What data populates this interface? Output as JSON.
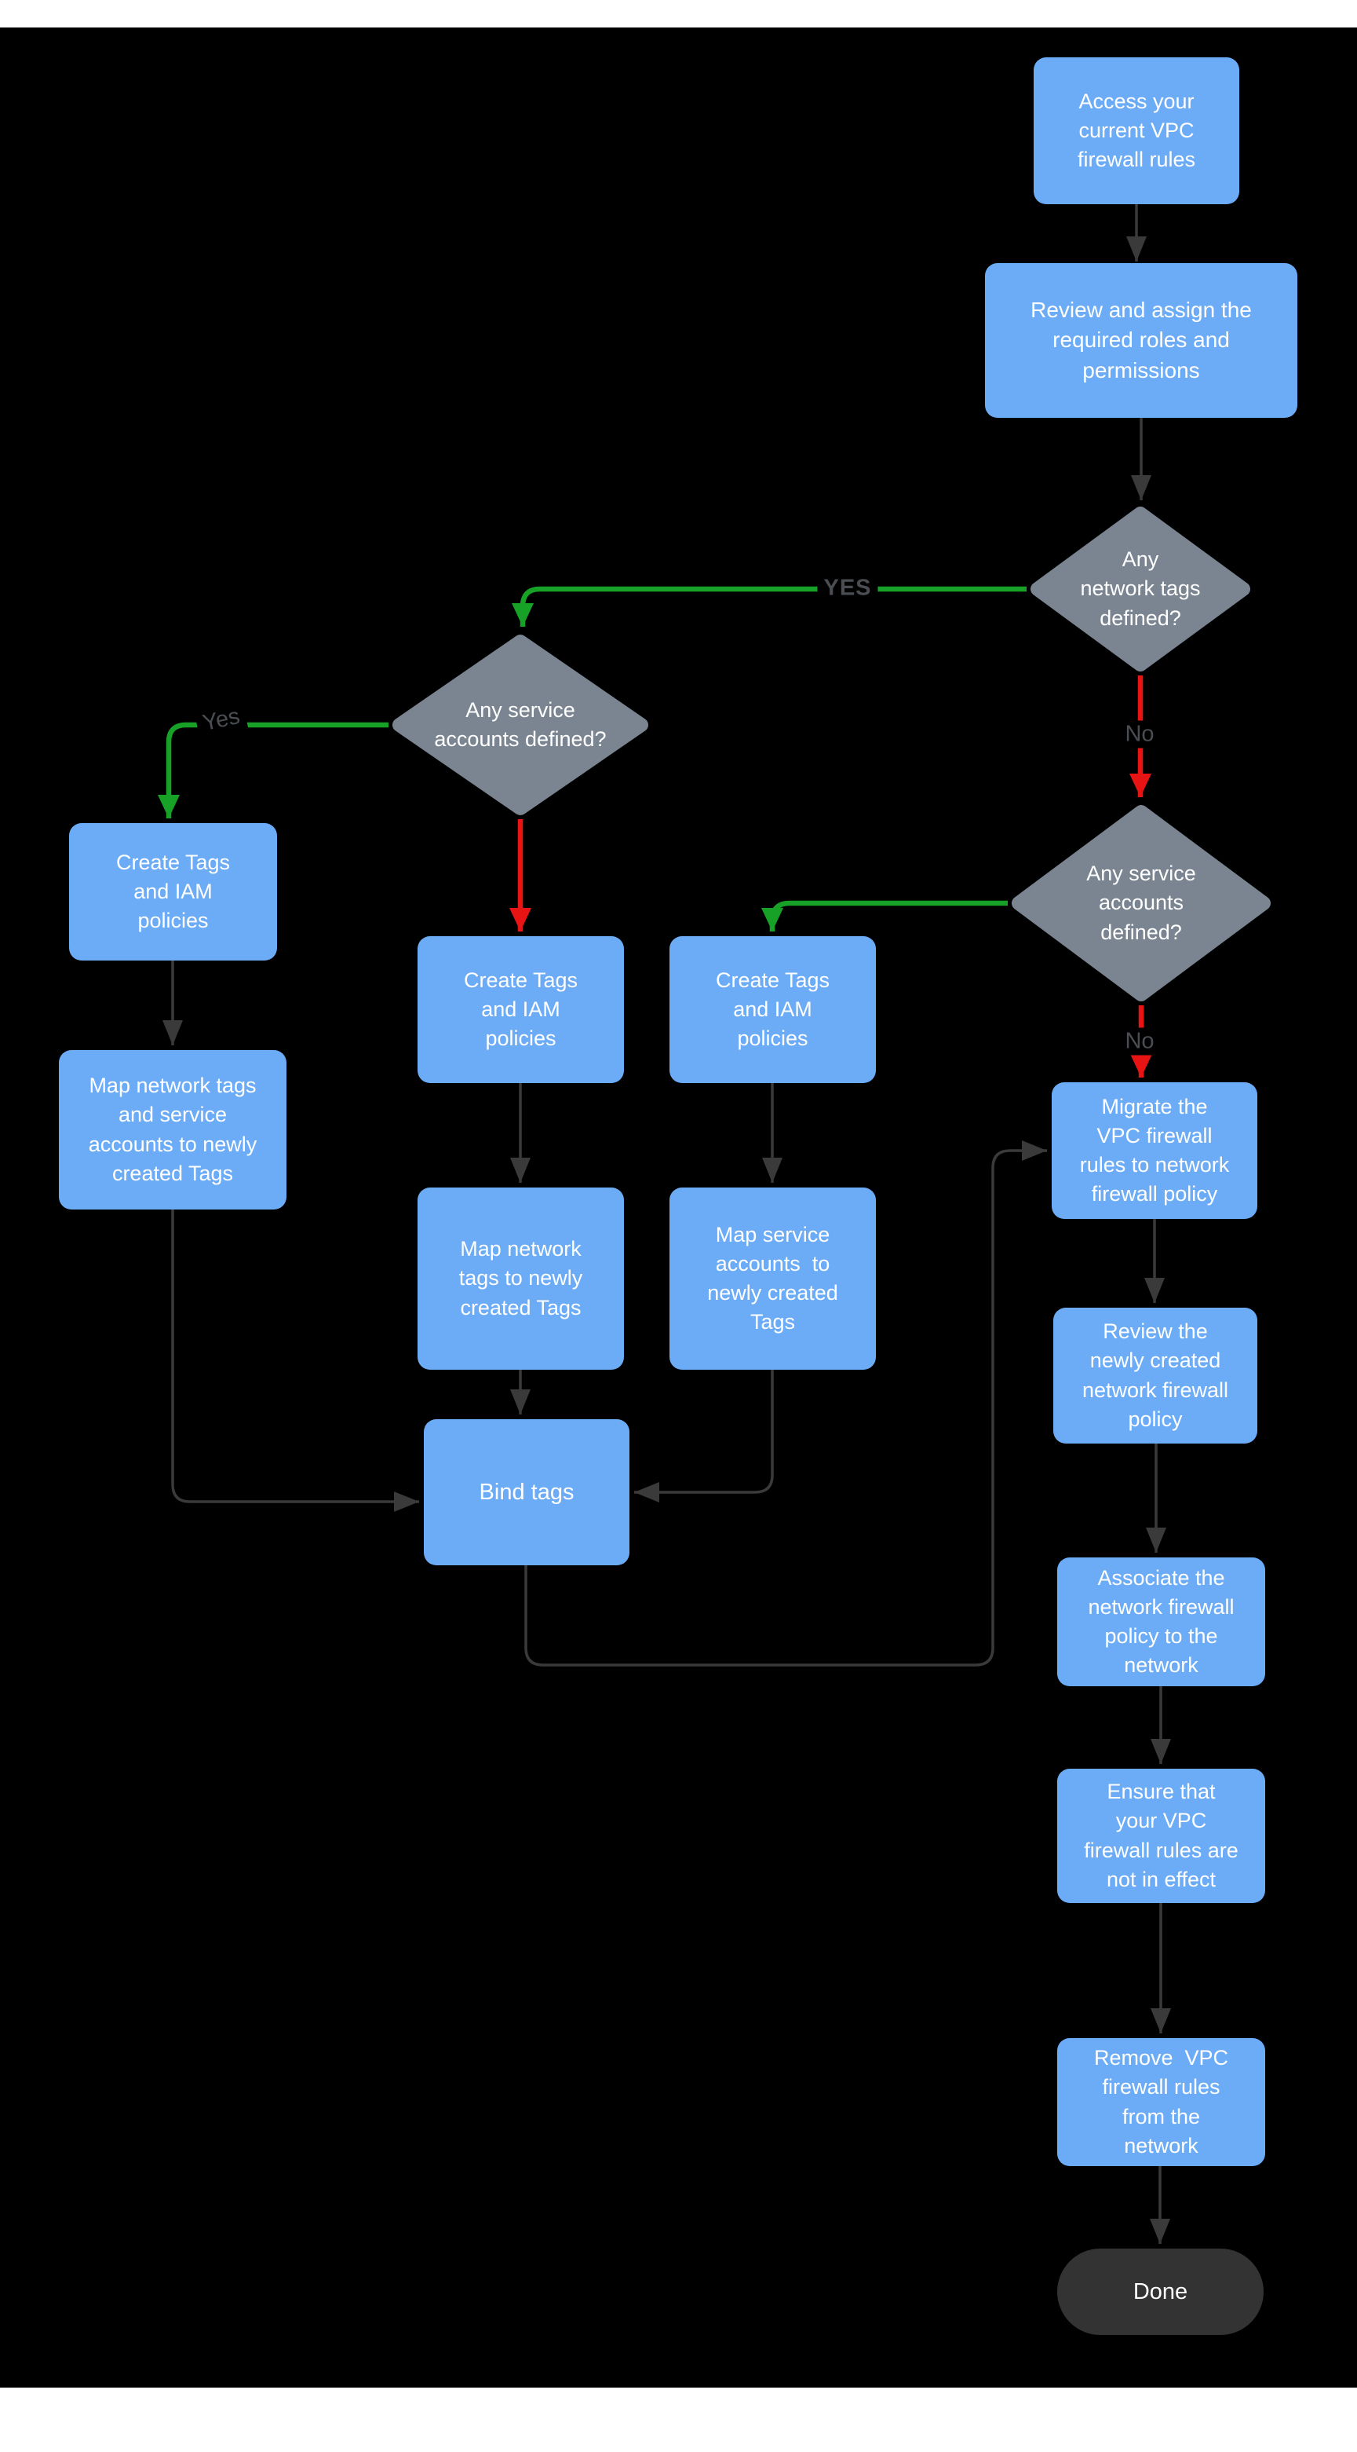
{
  "flowchart": {
    "nodes": {
      "access": "Access your\ncurrent VPC\nfirewall rules",
      "review_roles": "Review and assign the\nrequired roles and\npermissions",
      "any_network_tags": "Any\nnetwork tags\ndefined?",
      "any_service_accounts_left": "Any service\naccounts defined?",
      "any_service_accounts_right": "Any service\naccounts\ndefined?",
      "create_tags_left": "Create Tags\nand IAM\npolicies",
      "map_tags_and_accounts": "Map network tags\nand service\naccounts to newly\ncreated Tags",
      "create_tags_mid_left": "Create Tags\nand IAM\npolicies",
      "create_tags_mid_right": "Create Tags\nand IAM\npolicies",
      "map_network_tags": "Map network\ntags to newly\ncreated Tags",
      "map_service_accounts": "Map service\naccounts  to\nnewly created\nTags",
      "bind_tags": "Bind tags",
      "migrate": "Migrate the\nVPC firewall\nrules to network\nfirewall policy",
      "review_policy": "Review the\nnewly created\nnetwork firewall\npolicy",
      "associate": "Associate the\nnetwork firewall\npolicy to the\nnetwork",
      "ensure": "Ensure that\nyour VPC\nfirewall rules are\nnot in effect",
      "remove": "Remove  VPC\nfirewall rules\nfrom the\nnetwork",
      "done": "Done"
    },
    "edge_labels": {
      "yes_upper": "YES",
      "no_upper": "No",
      "yes_lower": "Yes",
      "no_lower": "No"
    },
    "colors": {
      "process_fill": "#6CACF6",
      "decision_fill": "#7A8591",
      "terminator_fill": "#333333",
      "yes_color": "#17A227",
      "no_color": "#E81414",
      "connector_color": "#3A3A3A",
      "label_color": "#4A4E53"
    }
  }
}
